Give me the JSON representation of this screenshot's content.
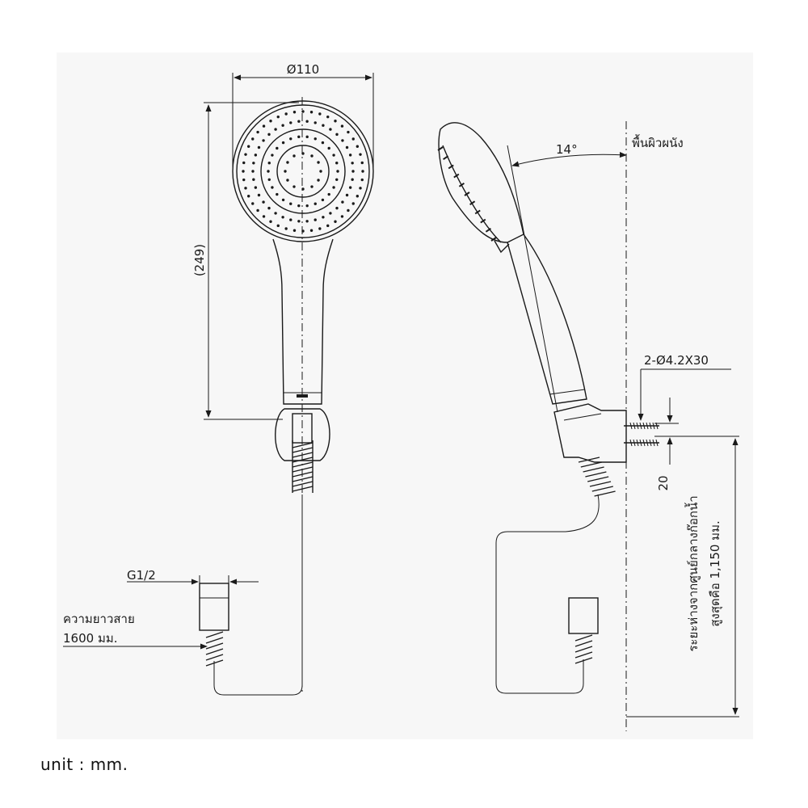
{
  "labels": {
    "head_diameter": "Ø110",
    "total_length": "(249)",
    "thread": "G1/2",
    "hose_length_line1": "ความยาวสาย",
    "hose_length_line2": "1600 มม.",
    "angle": "14°",
    "wall_surface": "พื้นผิวผนัง",
    "screws": "2-Ø4.2X30",
    "bracket_offset": "20",
    "height_line1": "ระยะห่างจากศูนย์กลางก๊อกน้ำ",
    "height_line2": "สูงสุดคือ 1,150 มม."
  },
  "unit_note": "unit : mm.",
  "colors": {
    "line": "#1a1a1a",
    "panel": "#f7f7f7",
    "background": "#ffffff"
  }
}
